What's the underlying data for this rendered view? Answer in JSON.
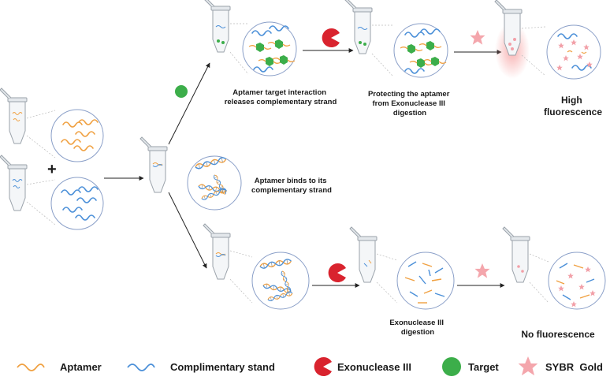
{
  "captions": {
    "plus": "+",
    "top_1": [
      "Aptamer target interaction",
      "releases complementary strand"
    ],
    "top_2": [
      "Protecting the aptamer",
      "from Exonuclease III",
      "digestion"
    ],
    "top_3": [
      "High",
      "fluorescence"
    ],
    "mid": [
      "Aptamer binds to its",
      "complementary strand"
    ],
    "bottom_1": [
      "Exonuclease III",
      "digestion"
    ],
    "bottom_2": "No fluorescence"
  },
  "legend": {
    "aptamer": "Aptamer",
    "complementary": "Complimentary stand",
    "exonuclease": "Exonuclease III",
    "target": "Target",
    "sybr": "SYBR  Gold"
  },
  "colors": {
    "aptamer": "#f0a040",
    "complementary": "#4a8fd8",
    "exonuclease": "#d9232e",
    "target": "#3cae4a",
    "sybr": "#f4a6ac",
    "circle_border": "#8a9fc8"
  },
  "icons": [
    "tube-icon",
    "magnified-circle-icon",
    "exonuclease-icon",
    "target-icon",
    "sybr-gold-icon",
    "arrow-icon"
  ]
}
